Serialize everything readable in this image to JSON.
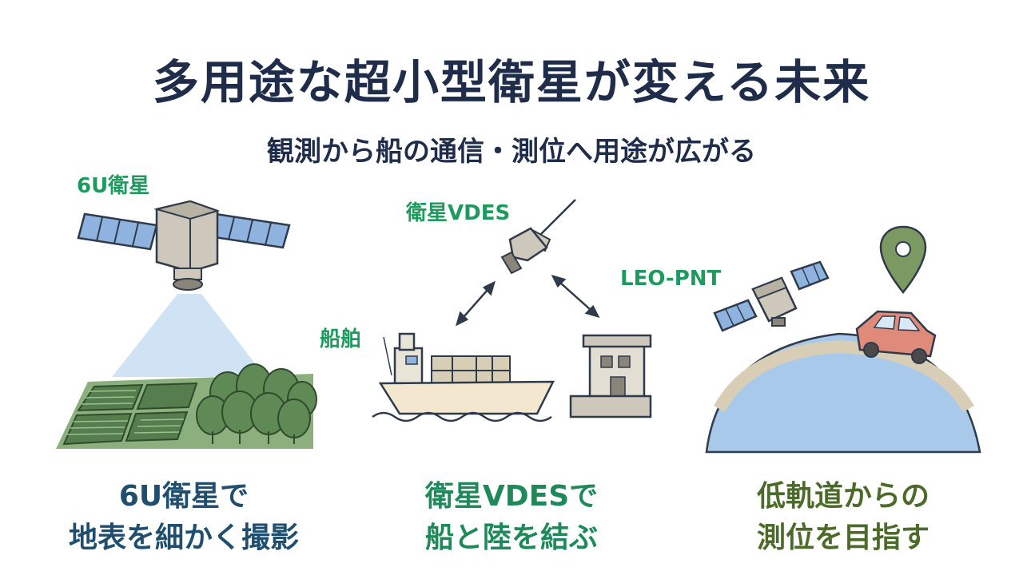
{
  "header": {
    "title": "多用途な超小型衛星が変える未来",
    "subtitle": "観測から船の通信・測位へ用途が広がる"
  },
  "labels": {
    "sat6u": "6U衛星",
    "vdes": "衛星VDES",
    "leopnt": "LEO-PNT",
    "ship": "船舶"
  },
  "captions": [
    {
      "line1": "6U衛星で",
      "line2": "地表を細かく撮影",
      "color": "#1f4e6e"
    },
    {
      "line1": "衛星VDESで",
      "line2": "船と陸を結ぶ",
      "color": "#1e8a5a"
    },
    {
      "line1": "低軌道からの",
      "line2": "測位を目指す",
      "color": "#4c6b2a"
    }
  ],
  "colors": {
    "title": "#1f2d4a",
    "label_green": "#1e9a5e",
    "panel_blue": "#8fb3df",
    "field_green": "#567d4e",
    "earth_blue": "#a9c9ea",
    "car_red": "#e08a7a",
    "pin_green": "#7a9a62"
  }
}
